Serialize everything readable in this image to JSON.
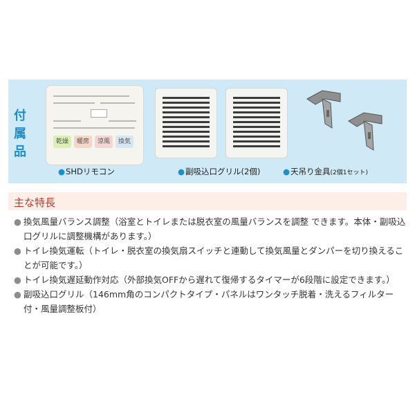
{
  "accessories": {
    "title_chars": [
      "付",
      "属",
      "品"
    ],
    "items": [
      {
        "label": "SHDリモコン"
      },
      {
        "label": "副吸込口グリル",
        "note": "(2個)"
      },
      {
        "label": "天吊り金具",
        "note": "(2個1セット)"
      }
    ],
    "remote_buttons": [
      "乾燥",
      "暖房",
      "涼風",
      "換気"
    ]
  },
  "features": {
    "title": "主な特長",
    "items": [
      "換気風量バランス調整（浴室とトイレまたは脱衣室の風量バランスを調整 できます。本体・副吸込口グリルに調整機構があります。）",
      "トイレ換気運転（トイレ・脱衣室の換気扇スイッチと連動して換気風量とダンパーを切り換えることが可能です。）",
      "トイレ換気遅延動作対応（外部換気OFFから遅れて復帰するタイマーが6段階に設定できます。）",
      "副吸込口グリル（146mm角のコンパクトタイプ・パネルはワンタッチ脱着・洗えるフィルター付・風量調整板付）"
    ]
  },
  "colors": {
    "panel_bg": "#cfe9f6",
    "accent": "#1c8fcb",
    "section_title": "#c0392b",
    "section_bg": "#fdeee8"
  }
}
